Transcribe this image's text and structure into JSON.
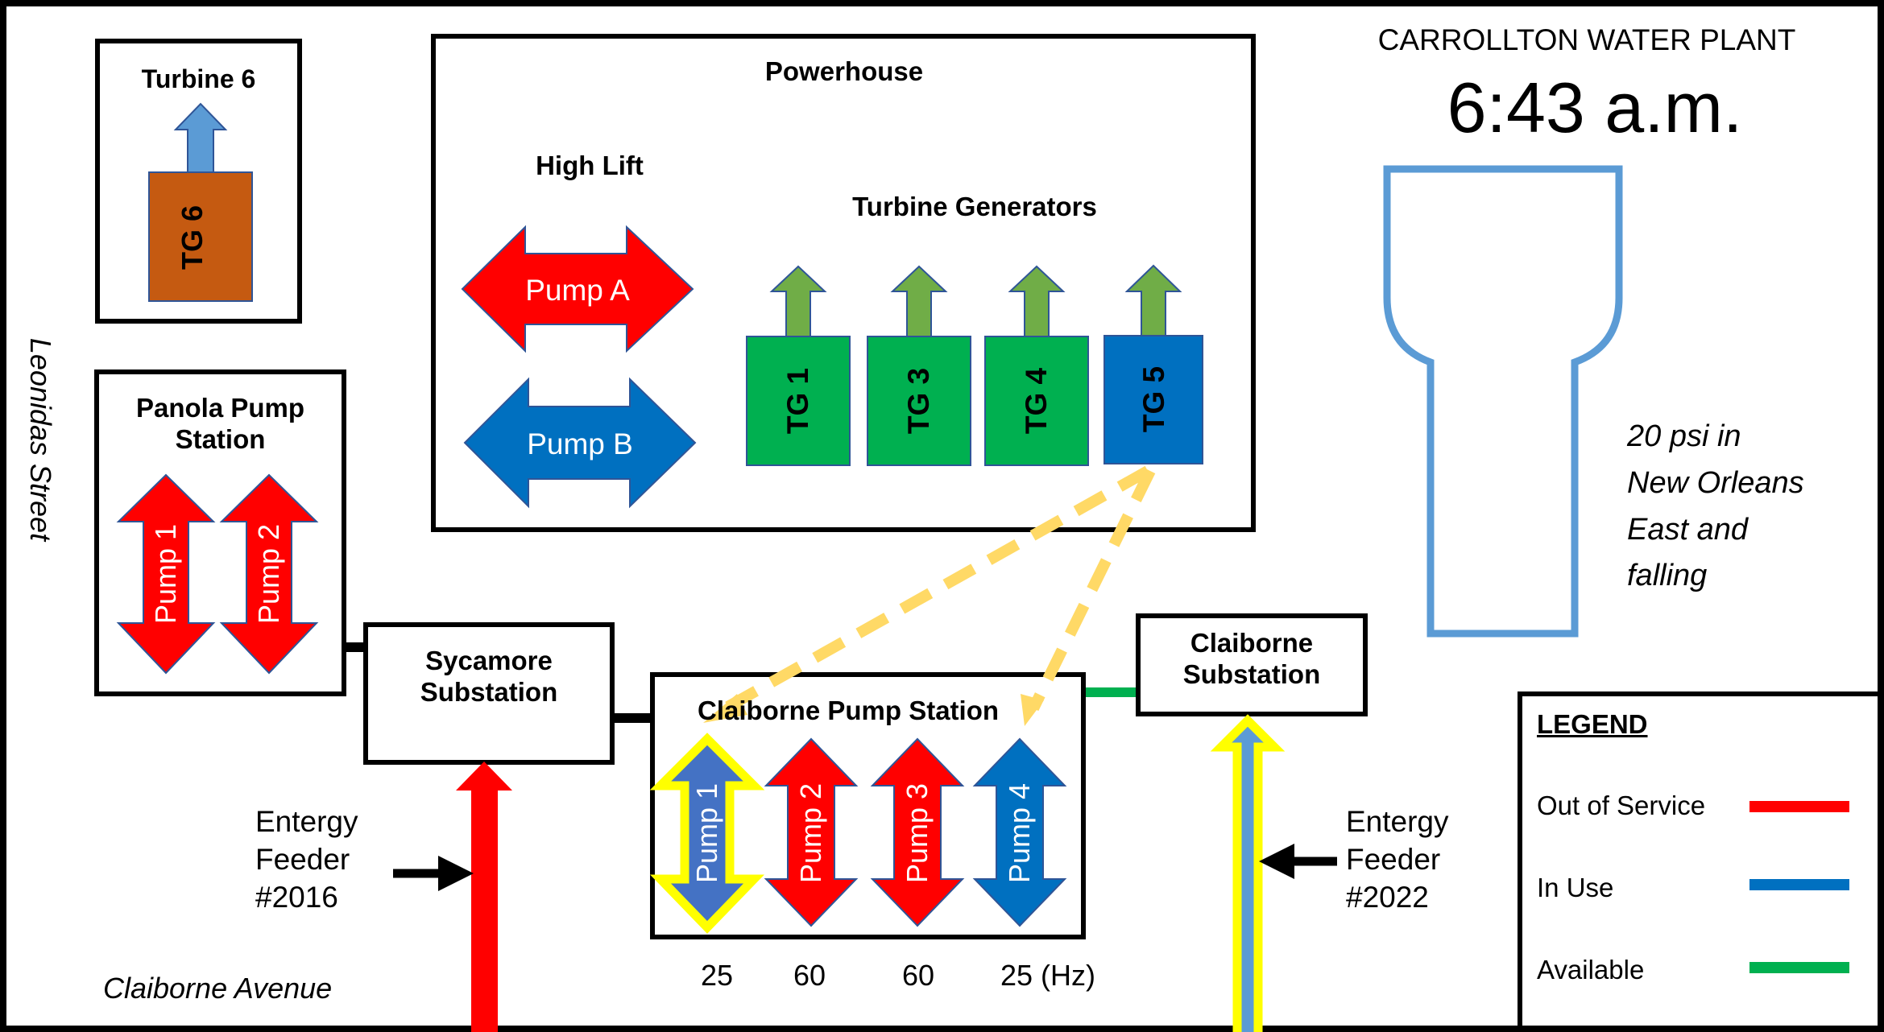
{
  "plant": {
    "title": "CARROLLTON WATER PLANT",
    "time": "6:43 a.m.",
    "pressure_note": [
      "20 psi in",
      "New Orleans",
      "East and",
      "falling"
    ]
  },
  "streets": {
    "leonidas": "Leonidas Street",
    "claiborne_avenue": "Claiborne Avenue"
  },
  "turbine6": {
    "title": "Turbine 6",
    "unit_label": "TG 6",
    "status": "out-of-service",
    "color": "#c55a11"
  },
  "powerhouse": {
    "title": "Powerhouse",
    "high_lift": {
      "title": "High Lift",
      "pumps": [
        {
          "label": "Pump A",
          "status": "out-of-service"
        },
        {
          "label": "Pump B",
          "status": "in-use"
        }
      ]
    },
    "turbine_generators": {
      "title": "Turbine Generators",
      "units": [
        {
          "label": "TG 1",
          "status": "available"
        },
        {
          "label": "TG 3",
          "status": "available"
        },
        {
          "label": "TG 4",
          "status": "available"
        },
        {
          "label": "TG 5",
          "status": "in-use"
        }
      ]
    }
  },
  "panola": {
    "title_line1": "Panola Pump",
    "title_line2": "Station",
    "pumps": [
      {
        "label": "Pump 1",
        "status": "out-of-service"
      },
      {
        "label": "Pump 2",
        "status": "out-of-service"
      }
    ]
  },
  "sycamore": {
    "line1": "Sycamore",
    "line2": "Substation"
  },
  "claiborne_substation": {
    "line1": "Claiborne",
    "line2": "Substation"
  },
  "claiborne_pump_station": {
    "title": "Claiborne Pump Station",
    "pumps": [
      {
        "label": "Pump 1",
        "status": "in-use",
        "highlighted": true
      },
      {
        "label": "Pump 2",
        "status": "out-of-service"
      },
      {
        "label": "Pump 3",
        "status": "out-of-service"
      },
      {
        "label": "Pump 4",
        "status": "in-use"
      }
    ],
    "frequencies": [
      "25",
      "60",
      "60",
      "25 (Hz)"
    ]
  },
  "feeders": {
    "left": {
      "line1": "Entergy",
      "line2": "Feeder",
      "line3": "#2016"
    },
    "right": {
      "line1": "Entergy",
      "line2": "Feeder",
      "line3": "#2022"
    }
  },
  "legend": {
    "title": "LEGEND",
    "items": [
      {
        "label": "Out of Service",
        "color": "#ff0000"
      },
      {
        "label": "In Use",
        "color": "#0070c0"
      },
      {
        "label": "Available",
        "color": "#00b050"
      }
    ]
  },
  "colors": {
    "out_of_service": "#ff0000",
    "in_use": "#0070c0",
    "available": "#00b050",
    "tg_arrow": "#70ad47",
    "turbine6_arrow": "#5b9bd5",
    "highlight": "#ffff00",
    "dashed_link": "#ffd966",
    "tank_outline": "#5b9bd5"
  }
}
